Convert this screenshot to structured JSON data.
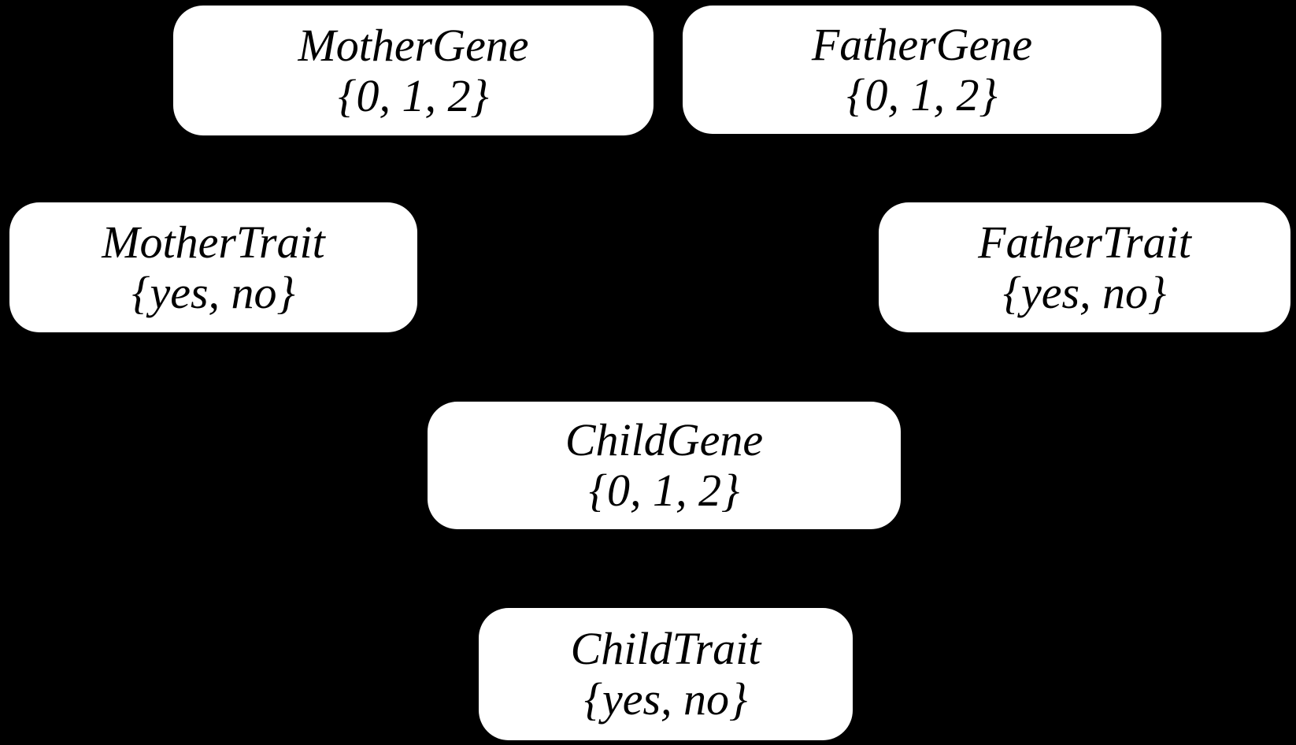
{
  "diagram": {
    "type": "bayesian-network",
    "background_color": "#000000",
    "node_fill_color": "#ffffff",
    "node_text_color": "#000000",
    "nodes": {
      "mother_gene": {
        "name": "MotherGene",
        "domain": "{0, 1, 2}"
      },
      "father_gene": {
        "name": "FatherGene",
        "domain": "{0, 1, 2}"
      },
      "mother_trait": {
        "name": "MotherTrait",
        "domain": "{yes, no}"
      },
      "father_trait": {
        "name": "FatherTrait",
        "domain": "{yes, no}"
      },
      "child_gene": {
        "name": "ChildGene",
        "domain": "{0, 1, 2}"
      },
      "child_trait": {
        "name": "ChildTrait",
        "domain": "{yes, no}"
      }
    }
  }
}
